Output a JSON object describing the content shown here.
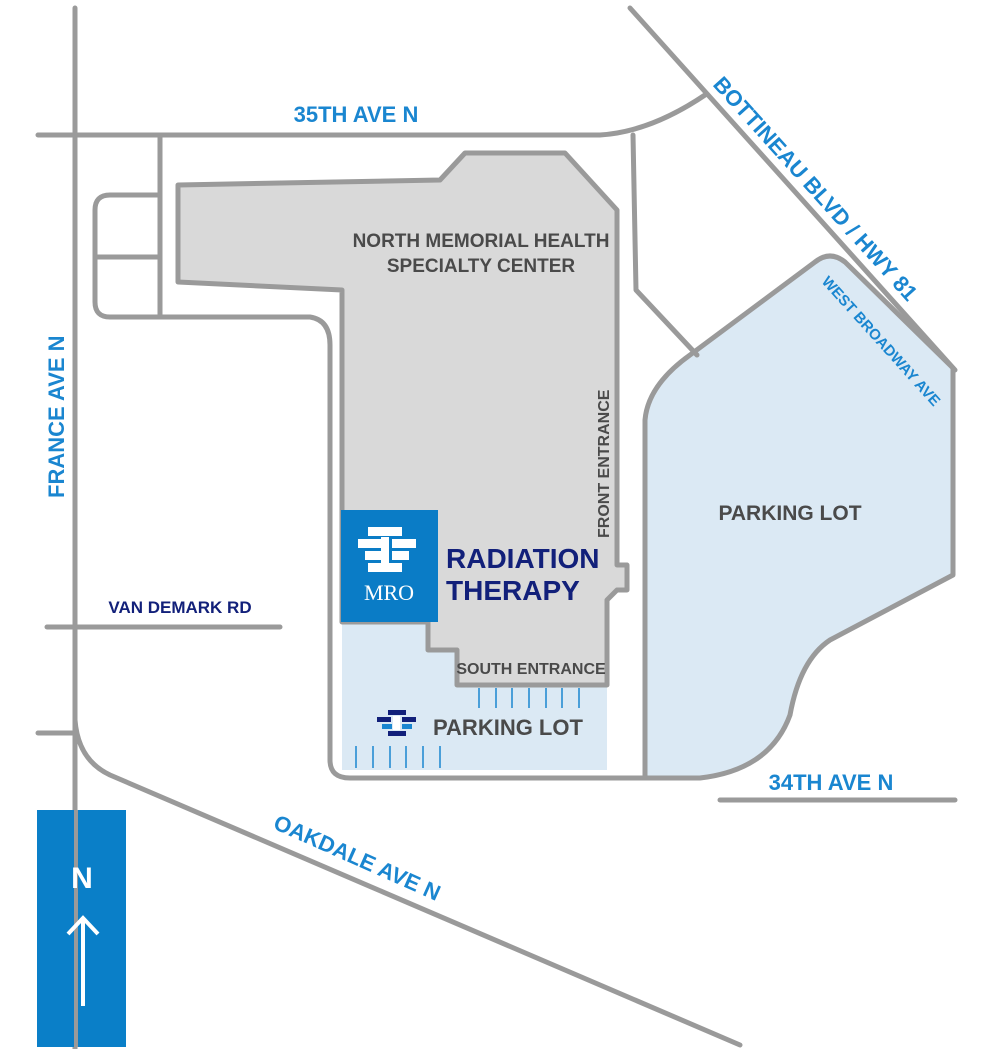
{
  "streets": {
    "ave35": "35TH AVE N",
    "bottineau": "BOTTINEAU BLVD / HWY 81",
    "west_broadway": "WEST BROADWAY AVE",
    "france": "FRANCE AVE N",
    "van_demark": "VAN DEMARK RD",
    "ave34": "34TH AVE N",
    "oakdale": "OAKDALE AVE N"
  },
  "building": {
    "name_line1": "NORTH MEMORIAL HEALTH",
    "name_line2": "SPECIALTY CENTER",
    "front_entrance": "FRONT ENTRANCE",
    "south_entrance": "SOUTH ENTRANCE"
  },
  "mro": {
    "logo_text": "MRO",
    "title_line1": "RADIATION",
    "title_line2": "THERAPY"
  },
  "parking": {
    "main_lot": "PARKING LOT",
    "mro_lot": "PARKING LOT"
  },
  "compass": {
    "label": "N"
  },
  "colors": {
    "street_label": "#1a86d0",
    "road": "#9a9a9a",
    "building": "#d9d9d9",
    "parking": "#dbe9f4",
    "mro_blue": "#0a7cc6",
    "navy": "#12207a"
  }
}
